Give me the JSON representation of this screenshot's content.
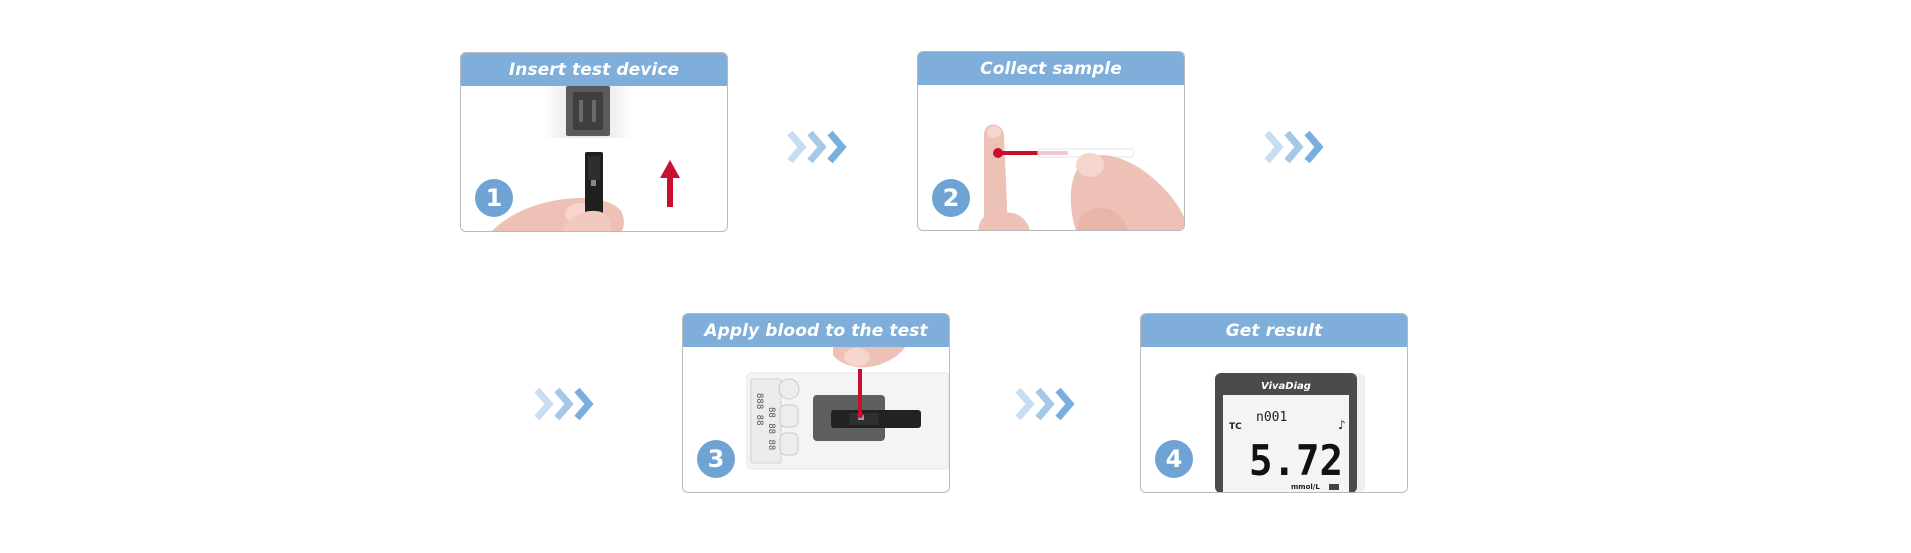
{
  "steps": [
    {
      "number": "1",
      "title": "Insert test device"
    },
    {
      "number": "2",
      "title": "Collect sample"
    },
    {
      "number": "3",
      "title": "Apply blood to the test device"
    },
    {
      "number": "4",
      "title": "Get result"
    }
  ],
  "meter": {
    "brand": "VivaDiag",
    "test_code": "TC",
    "record": "n001",
    "reading": "5.72",
    "unit": "mmol/L"
  },
  "icons": {
    "step_arrows": "triple-chevron-right-icon",
    "insert_arrow": "arrow-up-icon"
  },
  "colors": {
    "header": "#7eaed9",
    "badge": "#6fa3d4",
    "chevron_light": "#c7ddf1",
    "chevron_mid": "#a5c7e8",
    "chevron_dark": "#79aede",
    "blood": "#c8102e",
    "skin": "#eec1b6"
  }
}
